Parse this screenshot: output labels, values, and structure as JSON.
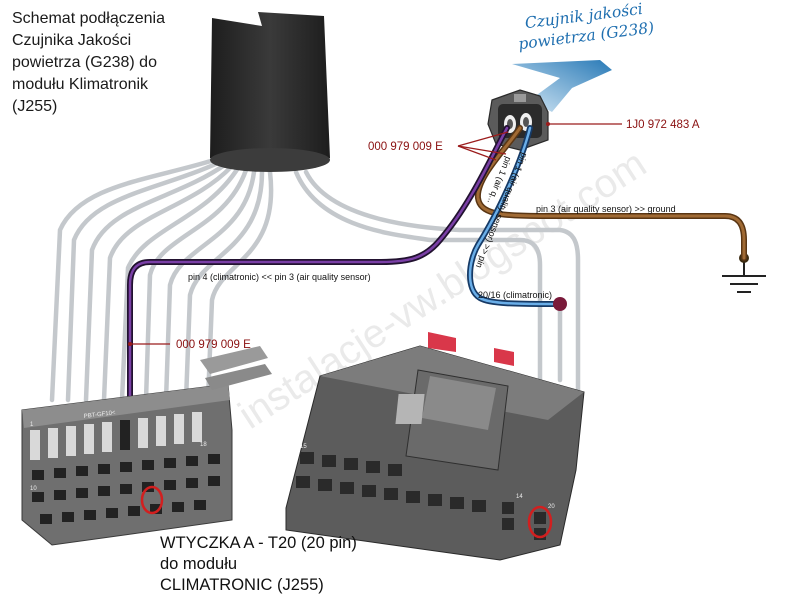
{
  "title_lines": [
    "Schemat podłączenia",
    "Czujnika Jakości",
    "powietrza (G238) do",
    "modułu Klimatronik",
    "(J255)"
  ],
  "sensor_label_lines": [
    "Czujnik jakości",
    "powietrza (G238)"
  ],
  "part_numbers": {
    "sensor_connector": "1J0 972 483 A",
    "pin_terminal_top": "000 979 009 E",
    "pin_terminal_left": "000 979 009 E"
  },
  "wire_labels": {
    "ground": "pin 3 (air quality sensor) >> ground",
    "purple_wire": "pin 4 (climatronic) << pin 3 (air quality sensor)",
    "blue_wire_pin": "20/16 (climatronic)",
    "blue_wire_along": "pin 1 (air quality sensor) >> pin",
    "brown_wire_along": "pin 1 (air q..."
  },
  "connector_markings": {
    "left_connector_code": "PBT-GF10<",
    "left_pin_1": "1",
    "left_pin_10": "10",
    "left_pin_18": "18",
    "right_pin_15": "15",
    "right_pin_20": "20",
    "right_pin_14": "14"
  },
  "bottom_label_lines": [
    "WTYCZKA A - T20 (20 pin)",
    "do modułu",
    "CLIMATRONIC (J255)"
  ],
  "watermark": "instalacje-vw.blogspot.com",
  "colors": {
    "harness_grey": "#c4c8cc",
    "harness_dark": "#2b2b2b",
    "wire_brown": "#8b5a2b",
    "wire_purple": "#5a2d7a",
    "wire_blue": "#2d6fb5",
    "leader_red": "#9b1c1c",
    "arrow_blue": "#2a7ab8",
    "connector_grey": "#6e6e6e",
    "latch_red": "#d9374a"
  }
}
